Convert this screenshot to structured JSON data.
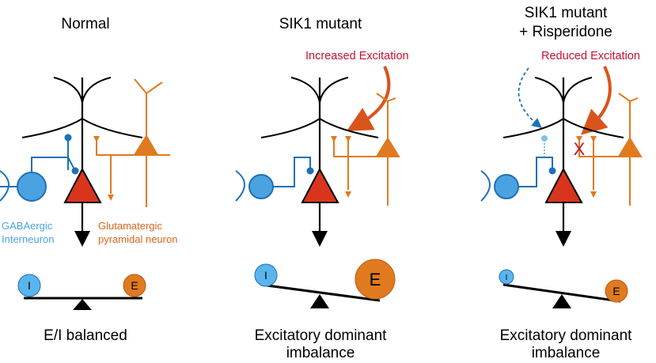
{
  "colors": {
    "black": "#000000",
    "blue_fill": "#4aa3e0",
    "blue_stroke": "#1f6fb8",
    "orange": "#e07a1f",
    "orange_dark": "#d9661c",
    "pyramidal_red": "#d9351c",
    "red_text": "#c8102e",
    "ball_orange": "#e07a1f",
    "ball_blue": "#5ab4ee"
  },
  "panels": [
    {
      "title_lines": [
        "Normal"
      ],
      "caption_lines": [
        "E/I balanced"
      ],
      "annotation": "",
      "balls": {
        "I": "I",
        "E": "E"
      }
    },
    {
      "title_lines": [
        "SIK1 mutant"
      ],
      "caption_lines": [
        "Excitatory dominant",
        "imbalance"
      ],
      "annotation": "Increased Excitation",
      "balls": {
        "I": "I",
        "E": "E"
      }
    },
    {
      "title_lines": [
        "SIK1 mutant",
        "+ Risperidone"
      ],
      "caption_lines": [
        "Excitatory dominant",
        "imbalance"
      ],
      "annotation": "Reduced Excitation",
      "balls": {
        "I": "I",
        "E": "E"
      },
      "block_mark": "X"
    }
  ],
  "labels": {
    "gaba_line1": "GABAergic",
    "gaba_line2": "Interneuron",
    "glut_line1": "Glutamatergic",
    "glut_line2": "pyramidal neuron"
  }
}
